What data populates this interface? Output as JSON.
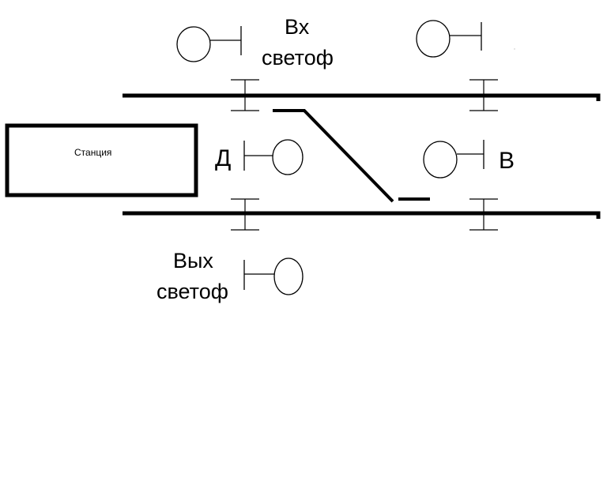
{
  "station": {
    "label": "Станция"
  },
  "labels": {
    "entry_signal_line1": "Вх",
    "entry_signal_line2": "светоф",
    "exit_signal_line1": "Вых",
    "exit_signal_line2": "светоф",
    "signal_d": "Д",
    "signal_v": "В"
  },
  "colors": {
    "line": "#000000",
    "background": "#ffffff"
  }
}
